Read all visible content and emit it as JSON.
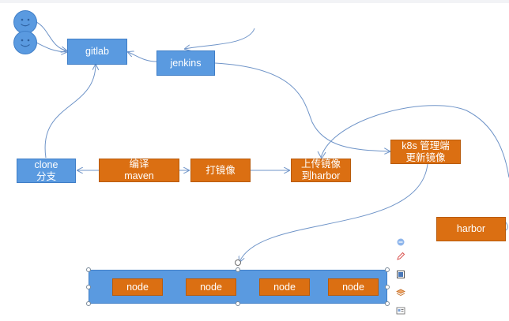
{
  "nodes": {
    "gitlab": "gitlab",
    "jenkins": "jenkins",
    "clone": "clone\n分支",
    "compile": "编译\nmaven",
    "image": "打镜像",
    "upload": "上传镜像\n到harbor",
    "k8s": "k8s 管理端\n更新镜像",
    "harbor": "harbor"
  },
  "cluster": {
    "nodes": [
      "node",
      "node",
      "node",
      "node"
    ]
  },
  "colors": {
    "blue_fill": "#5a9ae0",
    "orange_fill": "#db6f12",
    "connector": "#6f94c8"
  },
  "icons": {
    "smiley": "smiley-face-icon",
    "toolbar": [
      "minus-circle-icon",
      "pen-icon",
      "frame-icon",
      "layers-icon",
      "image-text-icon"
    ]
  }
}
